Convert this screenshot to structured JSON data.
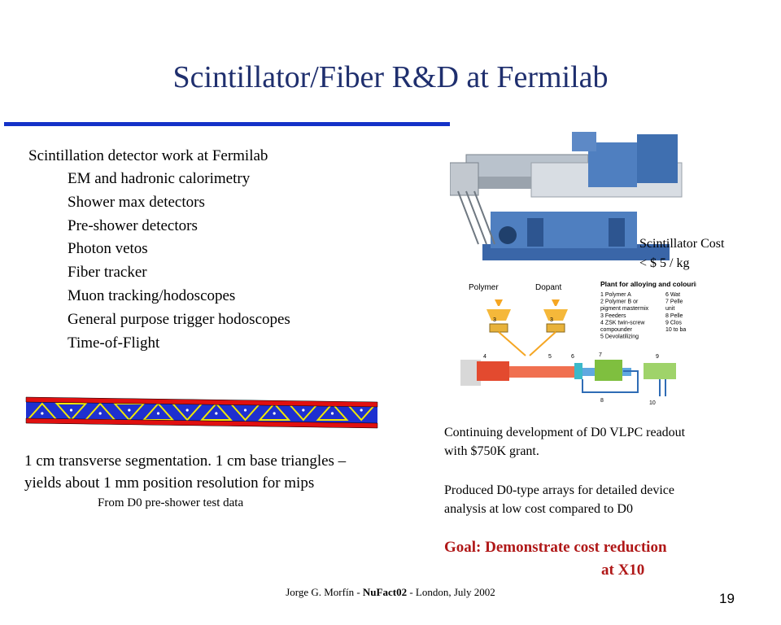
{
  "slide": {
    "title": "Scintillator/Fiber R&D at Fermilab",
    "intro": "Scintillation detector work at Fermilab",
    "items": [
      "EM and hadronic calorimetry",
      "Shower max detectors",
      "Pre-shower detectors",
      "Photon vetos",
      "Fiber tracker",
      "Muon tracking/hodoscopes",
      "General purpose trigger hodoscopes",
      "Time-of-Flight"
    ],
    "segmentation_line1": "1 cm transverse segmentation. 1 cm base triangles –",
    "segmentation_line2": "yields about 1 mm position resolution for mips",
    "segmentation_source": "From D0 pre-shower test data",
    "cost_line1": "Scintillator Cost",
    "cost_line2": "< $ 5 / kg",
    "note1_line1": "Continuing development of D0 VLPC readout",
    "note1_line2": "with $750K grant.",
    "note2_line1": "Produced D0-type arrays for detailed device",
    "note2_line2": "analysis at low cost compared to D0",
    "goal_line1": "Goal: Demonstrate cost reduction",
    "goal_line2": "at X10",
    "footer_author": "Jorge G. Morfín - ",
    "footer_event": "NuFact02",
    "footer_rest": " - London, July 2002",
    "page_number": "19"
  },
  "plant": {
    "polymer_label": "Polymer",
    "dopant_label": "Dopant",
    "header": "Plant for alloying and colourin",
    "legend_left": [
      "1 Polymer A",
      "2 Polymer B or",
      "   pigment mastermix",
      "3 Feeders",
      "4 ZSK twin-screw",
      "   compounder",
      "5 Devolatilizing"
    ],
    "legend_right": [
      "6 Wat",
      "7 Pelle",
      "   unit",
      "8 Pelle",
      "9 Clos",
      "10 to ba"
    ],
    "numbers": [
      "3",
      "3",
      "4",
      "5",
      "6",
      "7",
      "8",
      "9",
      "10"
    ]
  },
  "colors": {
    "title": "#1f2f6e",
    "rule": "#1432c8",
    "goal": "#b01818",
    "tile_blue": "#1e30d0",
    "tile_red": "#e01010",
    "tile_yellow": "#f0e800"
  }
}
